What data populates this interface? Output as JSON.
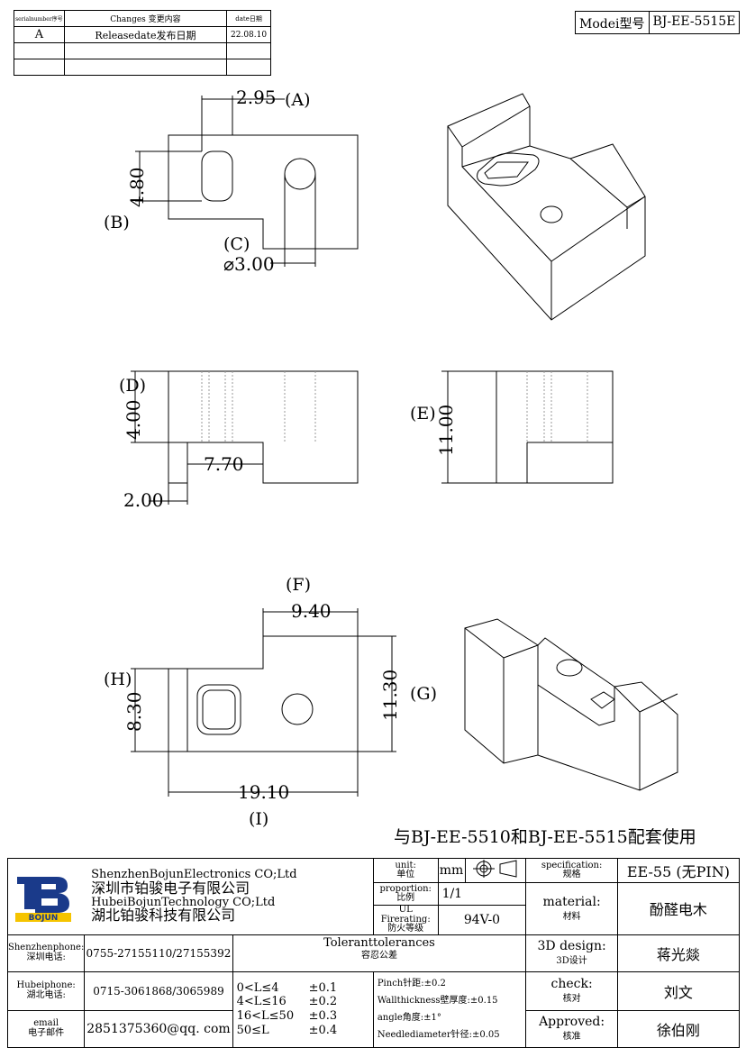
{
  "revision": {
    "headers": [
      "serialnumber序号",
      "Changes 变更内容",
      "date日期"
    ],
    "rows": [
      {
        "serial": "A",
        "change": "Releasedate发布日期",
        "date": "22.08.10"
      }
    ]
  },
  "model": {
    "label": "Modei型号",
    "value": "BJ-EE-5515E"
  },
  "views": {
    "A": "(A)",
    "B": "(B)",
    "C": "(C)",
    "D": "(D)",
    "E": "(E)",
    "F": "(F)",
    "G": "(G)",
    "H": "(H)",
    "I": "(I)"
  },
  "dimensions": {
    "a": "2.95",
    "b": "4.80",
    "c": "⌀3.00",
    "d_height": "4.00",
    "d_width": "7.70",
    "d_base": "2.00",
    "e_height": "11.00",
    "f_width": "9.40",
    "g_height": "11.30",
    "h_height": "8.30",
    "i_width": "19.10"
  },
  "note": "与BJ-EE-5510和BJ-EE-5515配套使用",
  "company": {
    "en1": "ShenzhenBojunElectronics CO;Ltd",
    "cn1": "深圳市铂骏电子有限公司",
    "en2": "HubeiBojunTechnology CO;Ltd",
    "cn2": "湖北铂骏科技有限公司",
    "logo": "BOJUN"
  },
  "unit": {
    "label_en": "unit:",
    "label_cn": "单位",
    "value": "mm"
  },
  "proportion": {
    "label_en": "proportion:",
    "label_cn": "比例",
    "value": "1/1"
  },
  "ul": {
    "label_en": "UL Firerating:",
    "label_cn": "防火等级",
    "value": "94V-0"
  },
  "specification": {
    "label_en": "specification:",
    "label_cn": "规格",
    "value": "EE-55 (无PIN)"
  },
  "material": {
    "label_en": "material:",
    "label_cn": "材料",
    "value": "酚醛电木"
  },
  "design": {
    "label_en": "3D design:",
    "label_cn": "3D设计",
    "value": "蒋光燚"
  },
  "check": {
    "label_en": "check:",
    "label_cn": "核对",
    "value": "刘文"
  },
  "approved": {
    "label_en": "Approved:",
    "label_cn": "核准",
    "value": "徐伯刚"
  },
  "contacts": [
    {
      "label_en": "Shenzhenphone:",
      "label_cn": "深圳电话:",
      "value": "0755-27155110/27155392"
    },
    {
      "label_en": "Hubeiphone:",
      "label_cn": "湖北电话:",
      "value": "0715-3061868/3065989"
    },
    {
      "label_en": "email",
      "label_cn": "电子邮件",
      "value": "2851375360@qq. com"
    }
  ],
  "tolerances": {
    "title_en": "Toleranttolerances",
    "title_cn": "容忍公差",
    "ranges": [
      {
        "range": "0<L≤4",
        "tol": "±0.1"
      },
      {
        "range": "4<L≤16",
        "tol": "±0.2"
      },
      {
        "range": "16<L≤50",
        "tol": "±0.3"
      },
      {
        "range": "50≤L",
        "tol": "±0.4"
      }
    ],
    "pinch": "Pinch针距:±0.2",
    "wall": "Wallthickness壁厚度:±0.15",
    "angle": "angle角度:±1°",
    "needle": "Needlediameter针径:±0.05"
  }
}
